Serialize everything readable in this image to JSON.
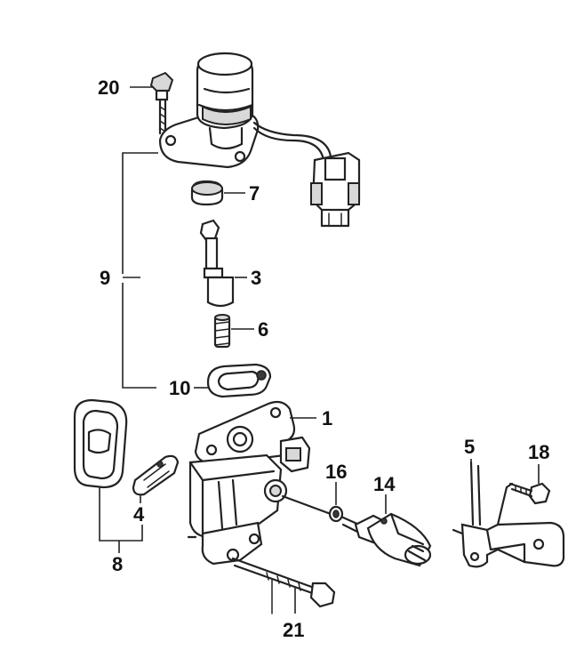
{
  "colors": {
    "ink": "#222222",
    "background": "#ffffff"
  },
  "callouts": {
    "c1": "1",
    "c3": "3",
    "c4": "4",
    "c5": "5",
    "c6": "6",
    "c7": "7",
    "c8": "8",
    "c9": "9",
    "c10": "10",
    "c14": "14",
    "c16": "16",
    "c18": "18",
    "c20": "20",
    "c21": "21"
  }
}
